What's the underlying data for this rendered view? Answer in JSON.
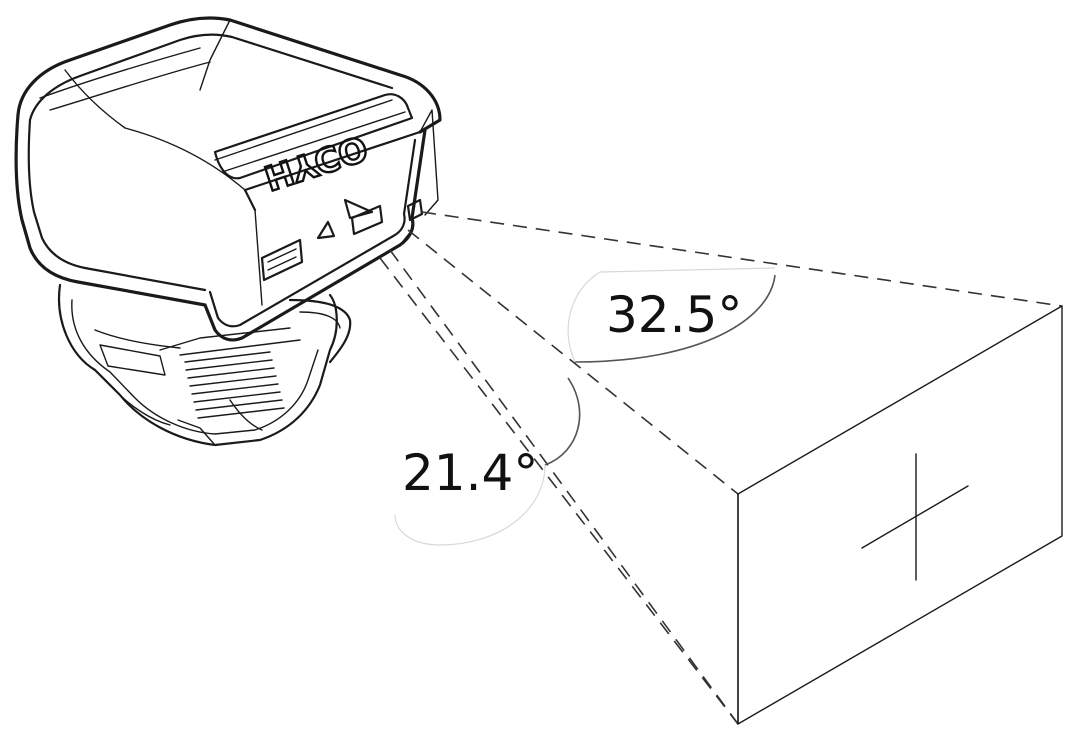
{
  "device": {
    "brand_logo": "HYCO"
  },
  "angles": {
    "horizontal": "32.5°",
    "vertical": "21.4°"
  },
  "colors": {
    "line": "#1a1a1a",
    "background": "#ffffff"
  }
}
